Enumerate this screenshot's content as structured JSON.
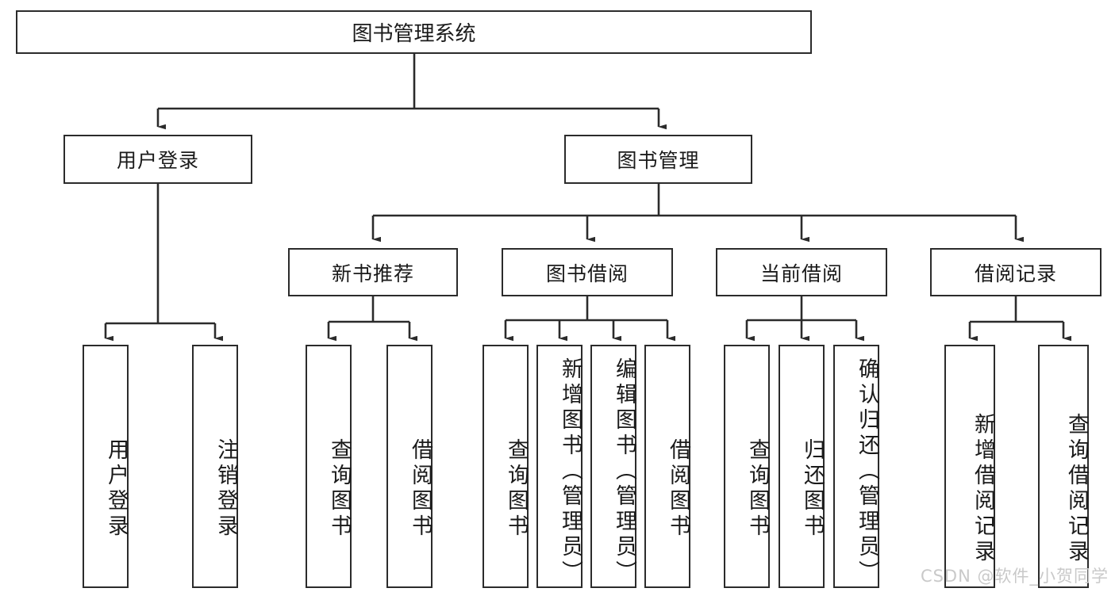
{
  "diagram": {
    "type": "tree-hierarchy",
    "title": "图书管理系统",
    "root": {
      "label": "图书管理系统"
    },
    "level2": [
      {
        "label": "用户登录"
      },
      {
        "label": "图书管理"
      }
    ],
    "level3": [
      {
        "label": "新书推荐"
      },
      {
        "label": "图书借阅"
      },
      {
        "label": "当前借阅"
      },
      {
        "label": "借阅记录"
      }
    ],
    "leaves": [
      {
        "label": "用户登录"
      },
      {
        "label": "注销登录"
      },
      {
        "label": "查询图书"
      },
      {
        "label": "借阅图书"
      },
      {
        "label": "查询图书"
      },
      {
        "label": "新增图书（管理员）"
      },
      {
        "label": "编辑图书（管理员）"
      },
      {
        "label": "借阅图书"
      },
      {
        "label": "查询图书"
      },
      {
        "label": "归还图书"
      },
      {
        "label": "确认归还（管理员）"
      },
      {
        "label": "新增借阅记录"
      },
      {
        "label": "查询借阅记录"
      }
    ]
  },
  "watermark": {
    "text": "CSDN @软件_小贺同学"
  },
  "colors": {
    "border": "#2b2b2b",
    "background": "#ffffff",
    "text": "#1a1a1a",
    "watermark": "#c9c9c9"
  }
}
